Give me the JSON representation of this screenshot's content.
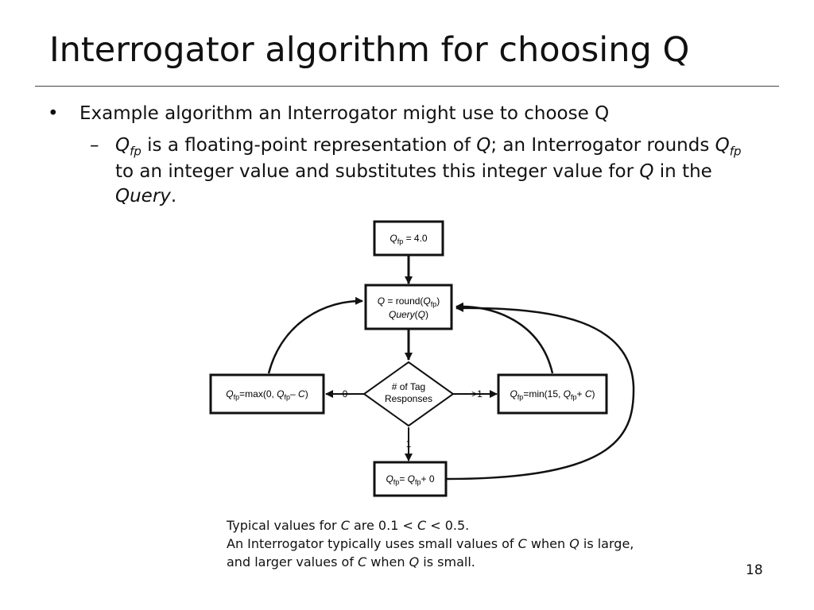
{
  "title": "Interrogator algorithm for choosing Q",
  "bullet": {
    "marker": "•",
    "text": "Example algorithm an Interrogator might use to choose Q"
  },
  "sub_bullet": {
    "marker": "–",
    "q": "Q",
    "fp": "fp",
    "t1": " is a floating-point representation of ",
    "t2": "; an Interrogator rounds ",
    "t3": " to an integer value and substitutes this integer value for ",
    "t4": " in the ",
    "query": "Query",
    "t5": "."
  },
  "diagram": {
    "start_box": {
      "q": "Q",
      "sub": "fp",
      "rest": " = 4.0"
    },
    "round_box": {
      "line1_q": "Q",
      "line1_mid": " = round(",
      "line1_q2": "Q",
      "line1_sub": "fp",
      "line1_end": ")",
      "line2_query": "Query",
      "line2_open": "(",
      "line2_q": "Q",
      "line2_close": ")"
    },
    "decision": {
      "line1": "# of Tag",
      "line2": "Responses"
    },
    "left_box": {
      "q": "Q",
      "sub": "fp",
      "mid": "=max(0, ",
      "q2": "Q",
      "sub2": "fp",
      "op": "– ",
      "c": "C",
      "end": ")"
    },
    "right_box": {
      "q": "Q",
      "sub": "fp",
      "mid": "=min(15, ",
      "q2": "Q",
      "sub2": "fp",
      "op": "+ ",
      "c": "C",
      "end": ")"
    },
    "bottom_box": {
      "q": "Q",
      "sub": "fp",
      "mid": "= ",
      "q2": "Q",
      "sub2": "fp",
      "end": "+ 0"
    },
    "labels": {
      "zero": "0",
      "gt_one": ">1",
      "one": "1"
    }
  },
  "notes": {
    "l1a": "Typical values for ",
    "c": "C",
    "l1b": " are 0.1 < ",
    "l1c": " < 0.5.",
    "l2a": "An Interrogator typically uses small values of ",
    "l2b": " when ",
    "q": "Q",
    "l2c": " is large,",
    "l3a": "and larger values of ",
    "l3b": " when ",
    "l3c": " is small."
  },
  "page_number": "18"
}
